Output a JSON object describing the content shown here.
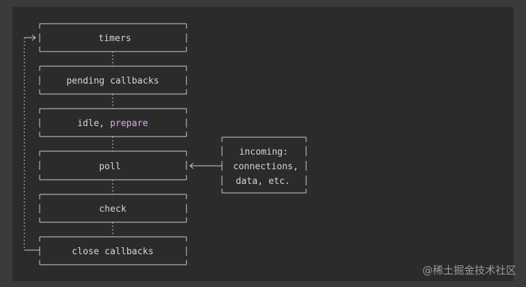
{
  "diagram": {
    "phases": [
      {
        "id": "timers",
        "label": "timers"
      },
      {
        "id": "pending-callbacks",
        "label": "pending callbacks"
      },
      {
        "id": "idle-prepare",
        "label_prefix": "idle, ",
        "label_keyword": "prepare"
      },
      {
        "id": "poll",
        "label": "poll"
      },
      {
        "id": "check",
        "label": "check"
      },
      {
        "id": "close-callbacks",
        "label": "close callbacks"
      }
    ],
    "incoming": {
      "lines": [
        "incoming:",
        "connections,",
        "data, etc."
      ]
    }
  },
  "watermark": "@稀土掘金技术社区"
}
